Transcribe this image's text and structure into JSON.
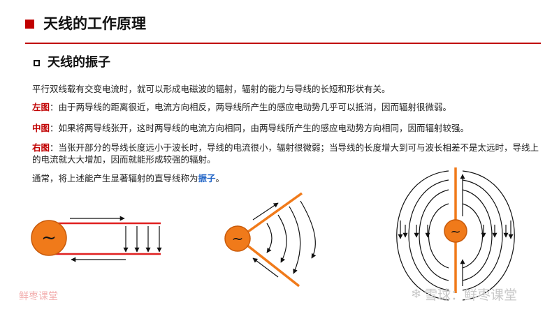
{
  "header": {
    "title": "天线的工作原理"
  },
  "section": {
    "title": "天线的振子"
  },
  "paragraphs": {
    "intro": "平行双线载有交变电流时，就可以形成电磁波的辐射，辐射的能力与导线的长短和形状有关。",
    "left": {
      "label": "左图",
      "text": "：由于两导线的距离很近，电流方向相反，两导线所产生的感应电动势几乎可以抵消，因而辐射很微弱。"
    },
    "middle": {
      "label": "中图",
      "text": "：如果将两导线张开，这时两导线的电流方向相同，由两导线所产生的感应电动势方向相同，因而辐射较强。"
    },
    "right": {
      "label": "右图",
      "text": "：当张开部分的导线长度远小于波长时，导线的电流很小，辐射很微弱；当导线的长度增大到可与波长相差不是太远时，导线上的电流就大大增加，因而就能形成较强的辐射。"
    },
    "conclusion": {
      "before": "通常，将上述能产生显著辐射的直导线称为",
      "highlight": "振子",
      "after": "。"
    }
  },
  "diagrams": {
    "source_symbol": "~",
    "colors": {
      "source_fill": "#f07a1a",
      "source_stroke": "#c85a0a",
      "wire_red": "#e02020",
      "wire_orange": "#f07a1a",
      "field": "#111111"
    }
  },
  "watermarks": {
    "left": "鲜枣课堂",
    "right": "雪球：鲜枣课堂",
    "right_icon": "snowball-icon"
  }
}
